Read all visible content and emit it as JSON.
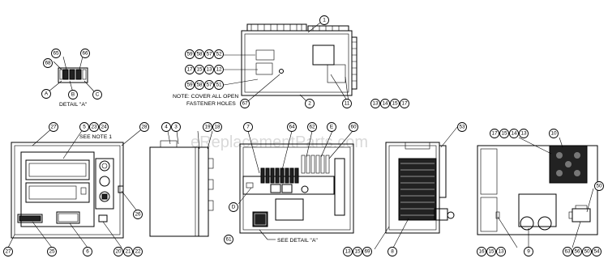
{
  "watermark": "eReplacementParts.com",
  "notes": {
    "cover_holes_line1": "NOTE: COVER ALL OPEN",
    "cover_holes_line2": "FASTENER HOLES",
    "detail_a": "DETAIL \"A\"",
    "see_note_1": "SEE NOTE 1",
    "see_detail_a": "SEE DETAIL \"A\""
  },
  "letters": {
    "a": "A",
    "b": "B",
    "c": "C",
    "d": "D",
    "e": "E"
  },
  "callouts": {
    "c1": "1",
    "c2": "2",
    "c11": "11",
    "c67": "67",
    "c59a": "59",
    "c58a": "58",
    "c57a": "57",
    "c52": "52",
    "c17a": "17",
    "c15a": "15",
    "c13a": "13",
    "c12": "12",
    "c59b": "59",
    "c58b": "58",
    "c57b": "57",
    "c51": "51",
    "c13b": "13",
    "c14a": "14",
    "c15b": "15",
    "c17b": "17",
    "c65": "65",
    "c66": "66",
    "c68": "68",
    "c27a": "27",
    "c5": "5",
    "c23": "23",
    "c24": "24",
    "c28": "28",
    "c26": "26",
    "c27b": "27",
    "c25": "25",
    "c6": "6",
    "c20": "20",
    "c21": "21",
    "c22": "22",
    "c4": "4",
    "c3": "3",
    "c19": "19",
    "c18": "18",
    "c7": "7",
    "c64": "64",
    "c62": "62",
    "c60": "60",
    "c61": "61",
    "c53": "53",
    "c13c": "13",
    "c15c": "15",
    "c69": "69",
    "c8": "8",
    "c17c": "17",
    "c15d": "15",
    "c14b": "14",
    "c13d": "13",
    "c10": "10",
    "c50a": "50",
    "c16": "16",
    "c15e": "15",
    "c13e": "13",
    "c9": "9",
    "c63": "63",
    "c56": "56",
    "c50b": "50",
    "c54": "54"
  }
}
